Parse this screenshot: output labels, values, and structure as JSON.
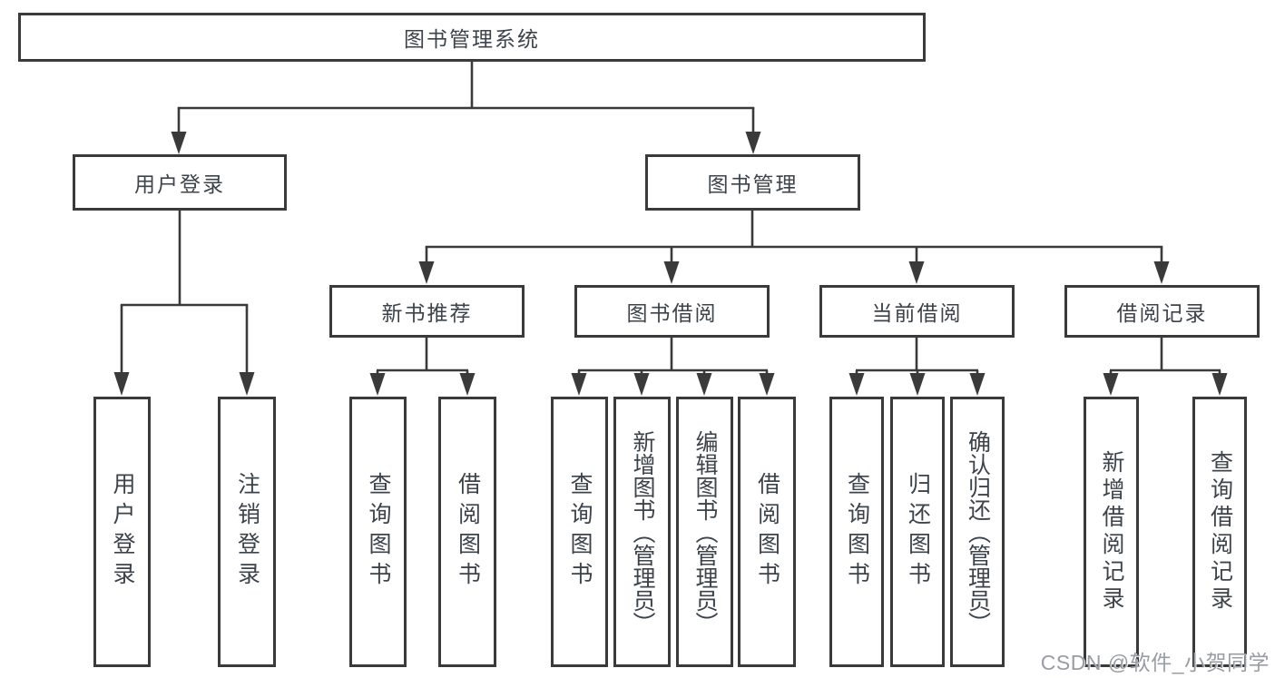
{
  "root": {
    "label": "图书管理系统"
  },
  "branches": [
    {
      "label": "用户登录",
      "children": [
        "用户登录",
        "注销登录"
      ]
    },
    {
      "label": "图书管理",
      "sections": [
        {
          "label": "新书推荐",
          "children": [
            "查询图书",
            "借阅图书"
          ]
        },
        {
          "label": "图书借阅",
          "children": [
            "查询图书",
            "新增图书（管理员）",
            "编辑图书（管理员）",
            "借阅图书"
          ]
        },
        {
          "label": "当前借阅",
          "children": [
            "查询图书",
            "归还图书",
            "确认归还（管理员）"
          ]
        },
        {
          "label": "借阅记录",
          "children": [
            "新增借阅记录",
            "查询借阅记录"
          ]
        }
      ]
    }
  ],
  "watermark": {
    "text": "CSDN @软件_小贺同学"
  },
  "colors": {
    "line": "#3a3a3a",
    "text": "#3d434b",
    "box_bg": "#ffffff",
    "page_bg": "#ffffff",
    "watermark": "#999da3"
  }
}
